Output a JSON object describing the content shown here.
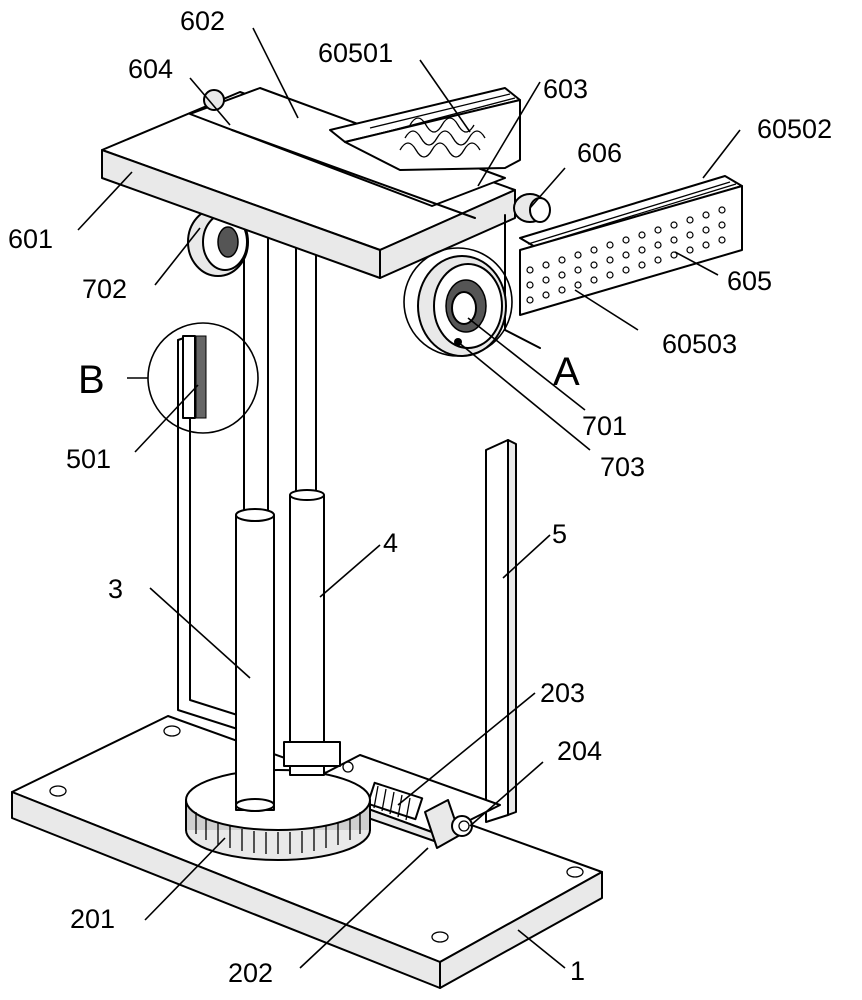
{
  "labels": {
    "l602": "602",
    "l60501": "60501",
    "l604": "604",
    "l603": "603",
    "l606": "606",
    "l60502": "60502",
    "l601": "601",
    "l702": "702",
    "l605": "605",
    "l60503": "60503",
    "lA": "A",
    "lB": "B",
    "l701": "701",
    "l501": "501",
    "l703": "703",
    "l4": "4",
    "l5": "5",
    "l3": "3",
    "l203": "203",
    "l204": "204",
    "l201": "201",
    "l202": "202",
    "l1": "1"
  }
}
